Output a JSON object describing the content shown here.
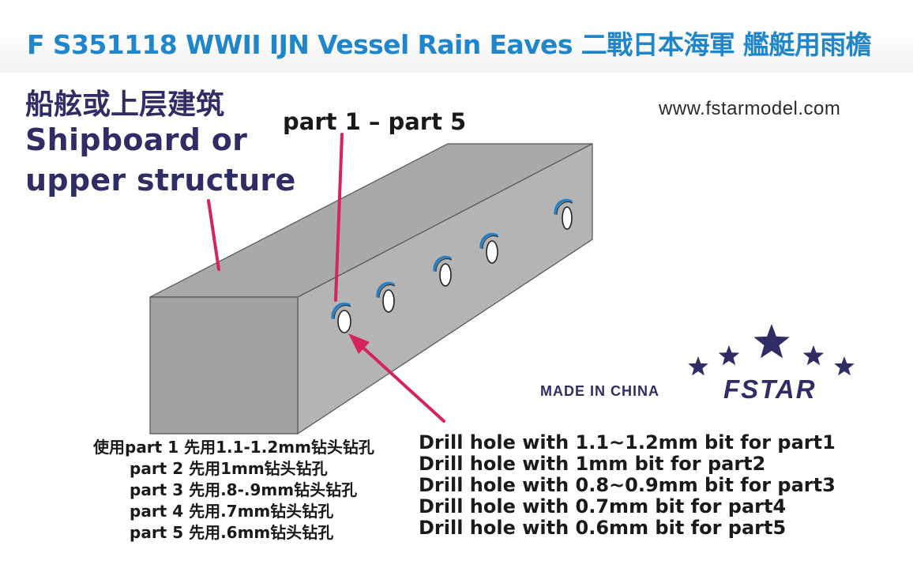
{
  "header": {
    "title": "F S351118 WWII IJN Vessel Rain Eaves 二戰日本海軍 艦艇用雨檐"
  },
  "labels": {
    "structure_cn": "船舷或上层建筑",
    "structure_en_line1": "Shipboard or",
    "structure_en_line2": "upper structure",
    "parts": "part 1 – part 5",
    "website": "www.fstarmodel.com"
  },
  "brand": {
    "made_in": "MADE IN CHINA",
    "name": "FSTAR"
  },
  "instructions_cn": [
    "使用part 1 先用1.1-1.2mm钻头钻孔",
    "part 2 先用1mm钻头钻孔",
    "part 3 先用.8-.9mm钻头钻孔",
    "part 4 先用.7mm钻头钻孔",
    "part 5 先用.6mm钻头钻孔"
  ],
  "instructions_en": [
    "Drill hole with 1.1~1.2mm bit for part1",
    "Drill hole with 1mm bit for part2",
    "Drill hole with 0.8~0.9mm bit for part3",
    "Drill hole with 0.7mm bit for part4",
    "Drill hole with 0.6mm bit for part5"
  ],
  "colors": {
    "title_blue": "#1f86cc",
    "label_navy": "#2f2d66",
    "pointer_red": "#d4245a",
    "block_top": "#a9a9a9",
    "block_side": "#b4b4b4",
    "block_front": "#a2a2a2",
    "eave_blue": "#2a7fc2"
  }
}
